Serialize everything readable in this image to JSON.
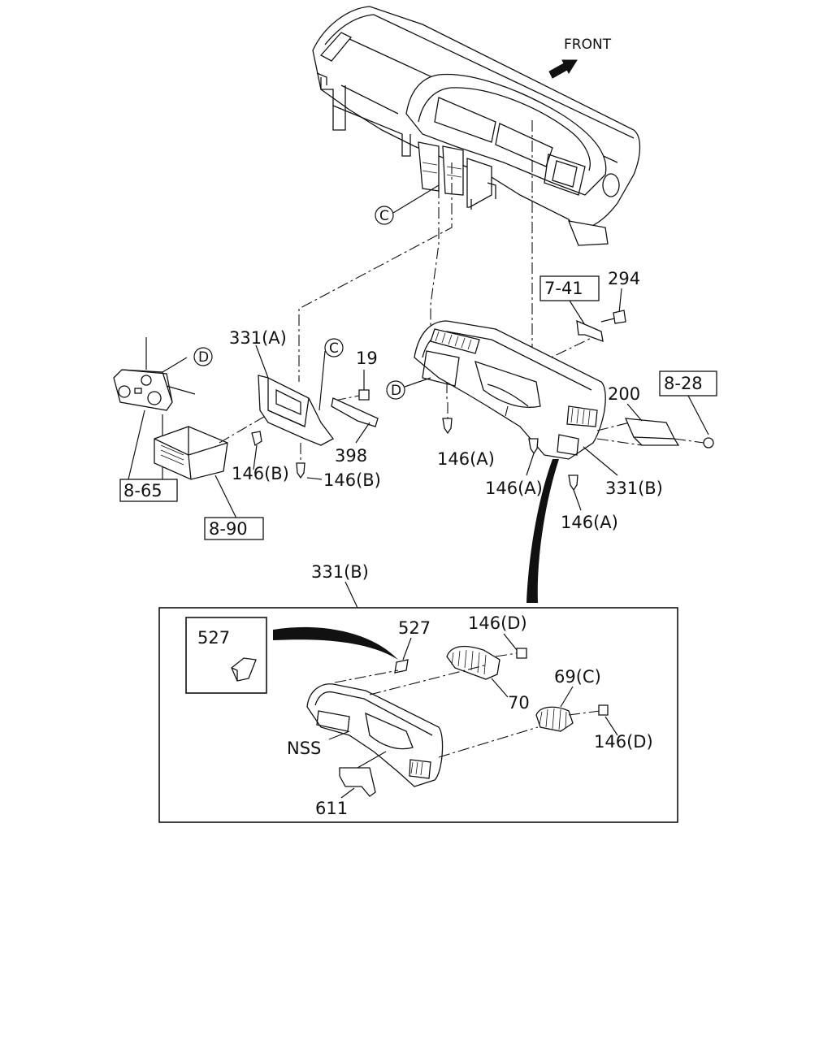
{
  "diagram": {
    "direction_label": "FRONT",
    "ref_boxes": {
      "r741": "7-41",
      "r828": "8-28",
      "r865": "8-65",
      "r890": "8-90"
    },
    "circle_refs": {
      "c_dash": "C",
      "c_bracket": "C",
      "d_heater": "D",
      "d_panel": "D"
    },
    "parts": {
      "p294": "294",
      "p331a": "331(A)",
      "p19": "19",
      "p398": "398",
      "p146b_1": "146(B)",
      "p146b_2": "146(B)",
      "p146a_1": "146(A)",
      "p146a_2": "146(A)",
      "p146a_3": "146(A)",
      "p200": "200",
      "p331b": "331(B)"
    },
    "detail": {
      "title": "331(B)",
      "inset_label": "527",
      "p527": "527",
      "p146d_1": "146(D)",
      "p70": "70",
      "p69c": "69(C)",
      "p146d_2": "146(D)",
      "nss": "NSS",
      "p611": "611"
    }
  }
}
